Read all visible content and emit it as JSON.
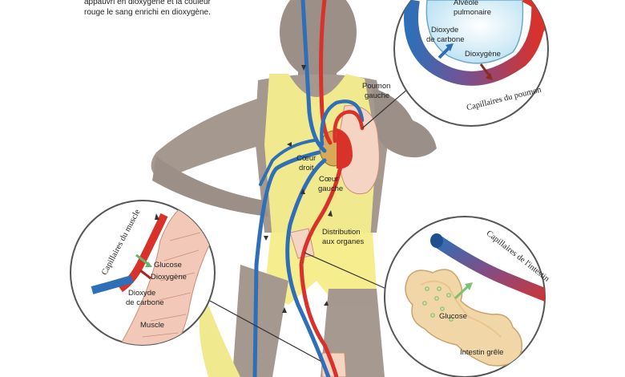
{
  "intro": {
    "line1": "appauvri en dioxygène et la couleur",
    "line2": "rouge le sang enrichi en dioxygène."
  },
  "lung_inset": {
    "alveole_1": "Alvéole",
    "alveole_2": "pulmonaire",
    "co2_1": "Dioxyde",
    "co2_2": "de carbone",
    "o2": "Dioxygène",
    "capillaries": "Capillaires du poumon"
  },
  "body_labels": {
    "poumon_1": "Poumon",
    "poumon_2": "gauche",
    "coeur_droit_1": "Cœur",
    "coeur_droit_2": "droit",
    "coeur_gauche_1": "Cœur",
    "coeur_gauche_2": "gauche",
    "distribution_1": "Distribution",
    "distribution_2": "aux organes"
  },
  "muscle_inset": {
    "capillaries": "Capillaires du muscle",
    "glucose": "Glucose",
    "o2": "Dioxygène",
    "co2_1": "Dioxyde",
    "co2_2": "de carbone",
    "muscle": "Muscle"
  },
  "intestine_inset": {
    "capillaries": "Capillaires de l'intestin",
    "glucose": "Glucose",
    "intestine": "Intestin grêle"
  },
  "colors": {
    "oxygenated": "#d8322a",
    "deoxygenated": "#2f6fb7",
    "runner_skin": "#6b5a4e",
    "singlet": "#e6dc4a"
  }
}
